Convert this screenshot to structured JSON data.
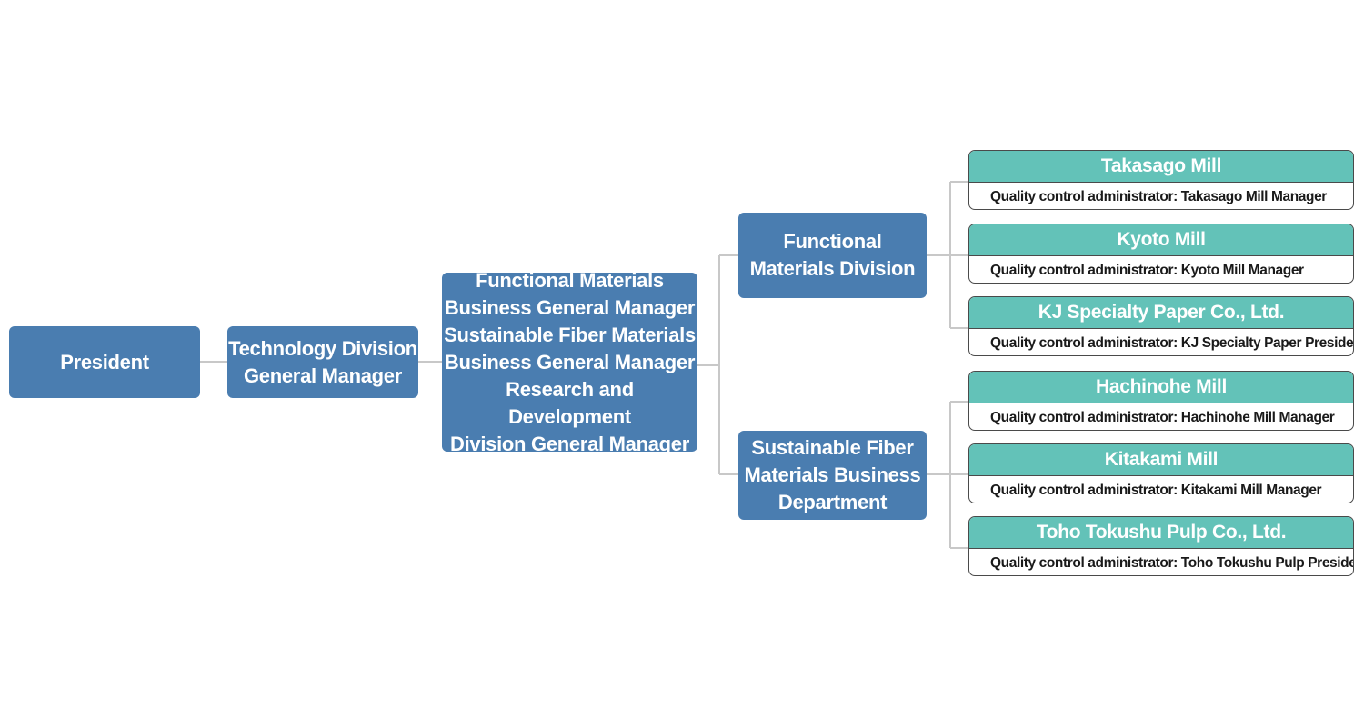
{
  "president": {
    "label": "President"
  },
  "technology_division": {
    "label": "Technology Division\nGeneral Manager"
  },
  "business_managers": {
    "label": "Functional Materials\nBusiness General Manager\nSustainable Fiber Materials\nBusiness General Manager\nResearch and Development\nDivision General Manager"
  },
  "functional_materials_division": {
    "label": "Functional\nMaterials Division"
  },
  "sustainable_fiber_department": {
    "label": "Sustainable Fiber\nMaterials Business\nDepartment"
  },
  "mills": [
    {
      "name": "Takasago Mill",
      "admin": "Quality control administrator: Takasago Mill Manager"
    },
    {
      "name": "Kyoto Mill",
      "admin": "Quality control administrator: Kyoto Mill Manager"
    },
    {
      "name": "KJ Specialty Paper Co., Ltd.",
      "admin": "Quality control administrator: KJ Specialty Paper President"
    },
    {
      "name": "Hachinohe Mill",
      "admin": "Quality control administrator: Hachinohe Mill Manager"
    },
    {
      "name": "Kitakami Mill",
      "admin": "Quality control administrator: Kitakami Mill Manager"
    },
    {
      "name": "Toho Tokushu Pulp Co., Ltd.",
      "admin": "Quality control administrator: Toho Tokushu Pulp President"
    }
  ],
  "colors": {
    "box_blue": "#4a7db0",
    "mill_header_teal": "#63c2b8",
    "connector_gray": "#c8c8c8"
  }
}
